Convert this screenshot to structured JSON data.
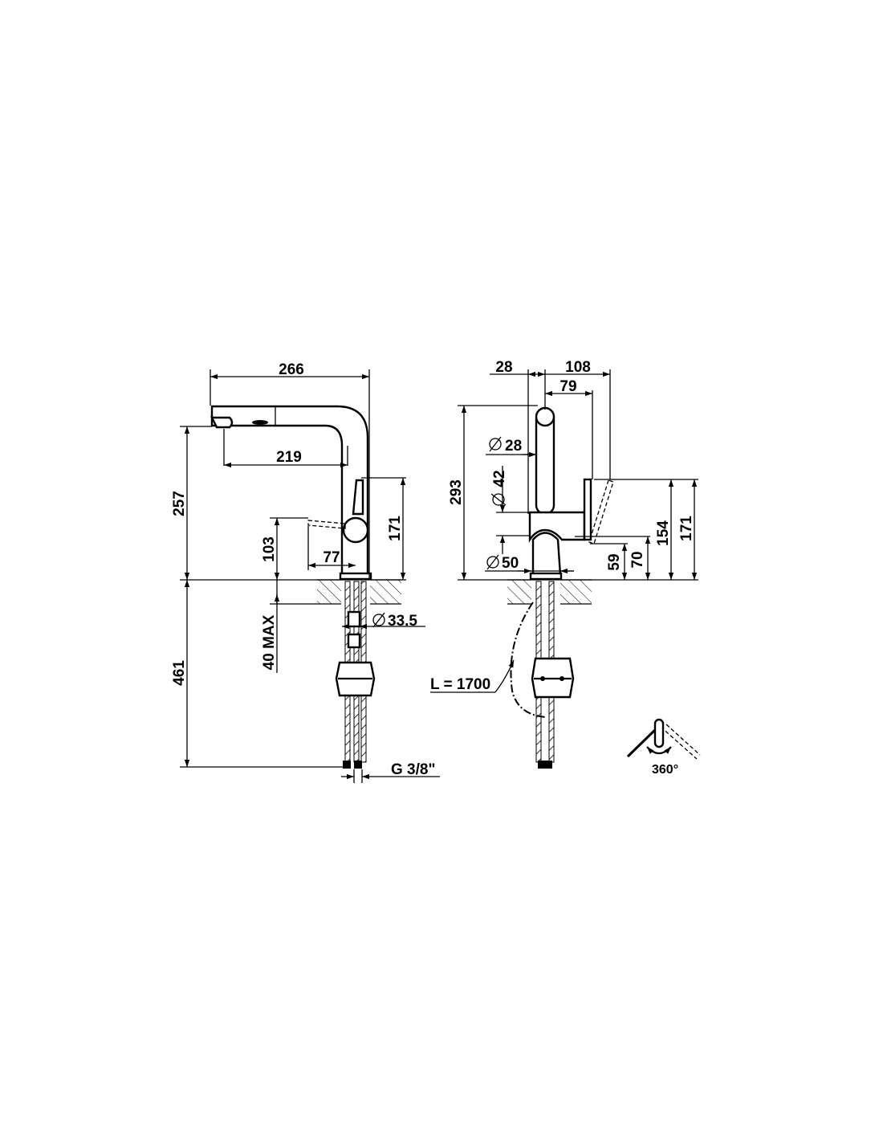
{
  "side_view": {
    "width_266": "266",
    "reach_219": "219",
    "height_257": "257",
    "height_171": "171",
    "height_103": "103",
    "offset_77": "77",
    "diameter_33_5": "33.5",
    "max_40": "40 MAX",
    "height_461": "461",
    "thread": "G 3/8\""
  },
  "front_view": {
    "dim_28": "28",
    "dim_108": "108",
    "dim_79": "79",
    "height_293": "293",
    "diameter_28": "28",
    "diameter_42": "42",
    "diameter_50": "50",
    "height_154": "154",
    "height_171": "171",
    "height_59": "59",
    "height_70": "70",
    "hose_length": "L = 1700"
  },
  "rotation": {
    "label": "360°"
  }
}
